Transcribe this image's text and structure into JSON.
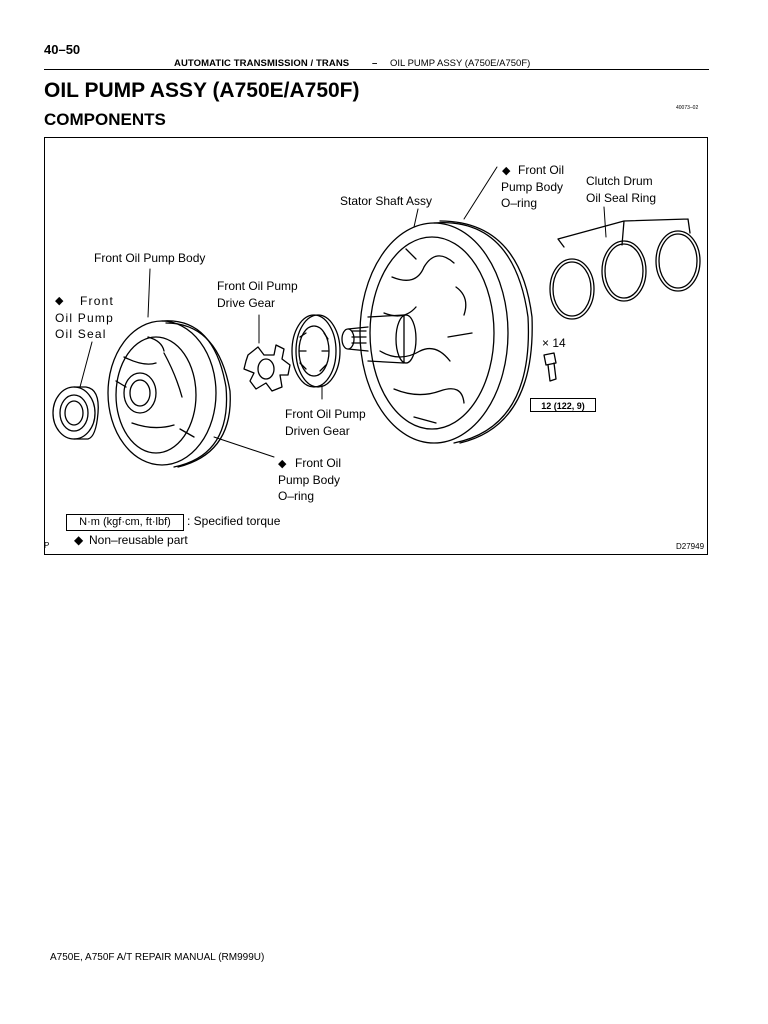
{
  "header": {
    "page_number": "40–50",
    "section": "AUTOMATIC TRANSMISSION / TRANS",
    "separator": "–",
    "topic": "OIL PUMP ASSY (A750E/A750F)"
  },
  "title": "OIL PUMP ASSY (A750E/A750F)",
  "subtitle": "COMPONENTS",
  "ref_code": "40073–02",
  "diagram": {
    "figure_code": "D27949",
    "corner_mark": "P",
    "diamond": "◆",
    "labels": {
      "oil_seal": "Front\nOil Pump\nOil Seal",
      "pump_body": "Front Oil Pump Body",
      "drive_gear": "Front Oil Pump\nDrive Gear",
      "driven_gear": "Front Oil Pump\nDriven Gear",
      "oring_lower": "Front Oil\nPump Body\nO–ring",
      "stator_shaft": "Stator Shaft Assy",
      "oring_upper": "Front Oil\nPump Body\nO–ring",
      "clutch_ring": "Clutch Drum\nOil Seal Ring",
      "bolt_qty": "× 14",
      "torque_value": "12 (122, 9)"
    },
    "legend": {
      "torque_box": "N·m (kgf·cm, ft·lbf)",
      "torque_text": ": Specified torque",
      "nonreusable": "Non–reusable part"
    }
  },
  "footer": "A750E, A750F A/T REPAIR MANUAL   (RM999U)"
}
